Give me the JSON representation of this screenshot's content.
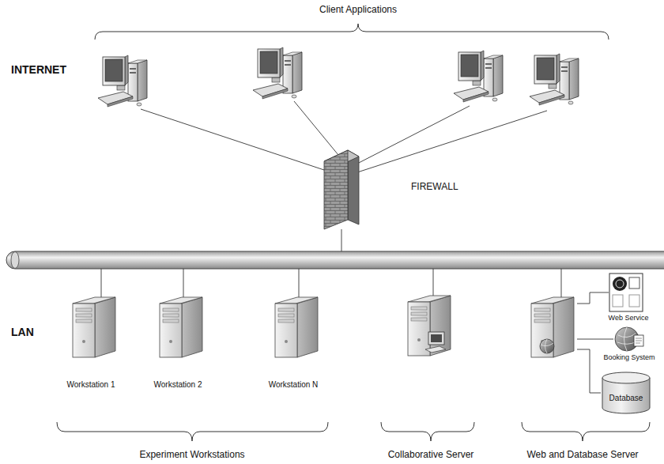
{
  "diagram": {
    "nodes": [
      {
        "text": [
          "FIREWALL"
        ]
      },
      {
        "text": [
          "Workstation 1"
        ]
      },
      {
        "text": [
          "Workstation 2"
        ]
      },
      {
        "text": [
          "Workstation N"
        ]
      },
      {
        "text": [
          "Collaborative Server"
        ]
      },
      {
        "text": [
          "Web and Database Server"
        ]
      },
      {
        "text": [
          "Web Service"
        ]
      },
      {
        "text": [
          "Booking System"
        ]
      },
      {
        "text": [
          "Database"
        ]
      }
    ],
    "edges": [
      {
        "from": 5,
        "to": 6,
        "arrow": "none"
      },
      {
        "from": 5,
        "to": 7,
        "arrow": "none"
      },
      {
        "from": 5,
        "to": 8,
        "arrow": "none"
      }
    ],
    "labels": [
      "Client Applications",
      "INTERNET",
      "LAN",
      "Experiment Workstations"
    ]
  }
}
